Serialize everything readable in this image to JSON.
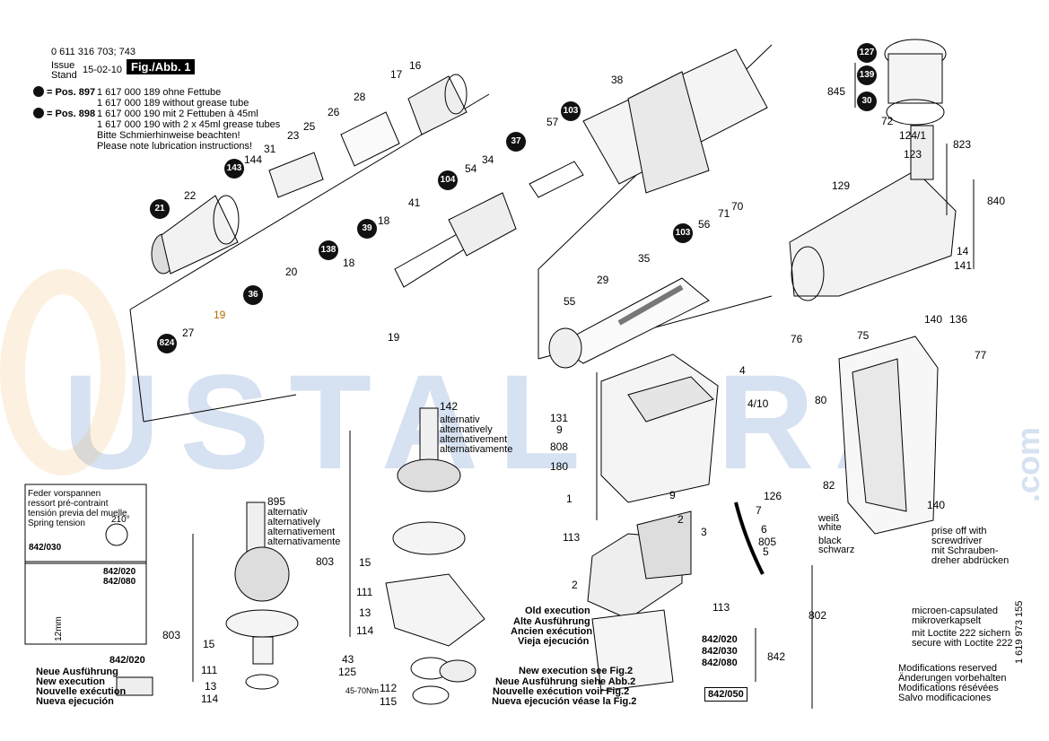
{
  "header": {
    "part_number": "0 611 316 703; 743",
    "issue_label": "Issue",
    "stand_label": "Stand",
    "issue_date": "15-02-10",
    "fig_label": "Fig./Abb. 1"
  },
  "lube": {
    "pos897": "= Pos. 897",
    "pos898": "= Pos. 898",
    "l1": "1 617 000 189 ohne Fettube",
    "l2": "1 617 000 189 without grease tube",
    "l3": "1 617 000 190 mit 2 Fettuben à 45ml",
    "l4": "1 617 000 190 with 2 x 45ml grease tubes",
    "l5": "Bitte Schmierhinweise beachten!",
    "l6": "Please note lubrication instructions!"
  },
  "watermark": {
    "text": "USTALARA",
    "suffix": ".com",
    "color": "#4678be"
  },
  "spring": {
    "l1": "Feder vorspannen",
    "l2": "ressort pré-contraint",
    "l3": "tensión previa del muelle",
    "l4": "Spring tension",
    "deg": "210°",
    "ref": "842/030"
  },
  "inset2": {
    "a": "842/020",
    "b": "842/080",
    "mm": "12mm"
  },
  "neue": {
    "ref": "842/020",
    "l1": "Neue Ausführung",
    "l2": "New execution",
    "l3": "Nouvelle exécution",
    "l4": "Nueva ejecución"
  },
  "alt142": {
    "l1": "alternativ",
    "l2": "alternatively",
    "l3": "alternativement",
    "l4": "alternativamente"
  },
  "alt895": {
    "l1": "alternativ",
    "l2": "alternatively",
    "l3": "alternativement",
    "l4": "alternativamente"
  },
  "torque": "45-70Nm",
  "old_exec": {
    "l1": "Old execution",
    "l2": "Alte Ausführung",
    "l3": "Ancien exécution",
    "l4": "Vieja ejecución"
  },
  "new_exec": {
    "l1": "New execution see Fig.2",
    "l2": "Neue Ausführung siehe Abb.2",
    "l3": "Nouvelle exécution voir Fig.2",
    "l4": "Nueva ejecución véase la Fig.2"
  },
  "exec_refs": {
    "a": "842/020",
    "b": "842/030",
    "c": "842/080",
    "d": "842/050"
  },
  "wires": {
    "white_de": "weiß",
    "white_en": "white",
    "black_en": "black",
    "black_es": "schwarz"
  },
  "prise": {
    "l1": "prise off with",
    "l2": "screwdriver",
    "l3": "mit Schrauben-",
    "l4": "dreher abdrücken"
  },
  "legend": {
    "star_o1": "microen-capsulated",
    "star_o2": "mikroverkapselt",
    "star1": "mit Loctite 222 sichern",
    "star2": "secure with Loctite 222"
  },
  "mods": {
    "l1": "Modifications reserved",
    "l2": "Änderungen vorbehalten",
    "l3": "Modifications résévées",
    "l4": "Salvo modificaciones"
  },
  "side_code": "1 619 973 155",
  "labels": {
    "n16": "16",
    "n17": "17",
    "n28": "28",
    "n26": "26",
    "n25": "25",
    "n23": "23",
    "n31": "31",
    "n144": "144",
    "n22": "22",
    "n38": "38",
    "n57": "57",
    "n54": "54",
    "n34": "34",
    "n41": "41",
    "n18a": "18",
    "n18b": "18",
    "n20": "20",
    "n19a": "19",
    "n19b": "19",
    "n27": "27",
    "n56": "56",
    "n71": "71",
    "n70": "70",
    "n35": "35",
    "n29": "29",
    "n55": "55",
    "n845": "845",
    "n72": "72",
    "n124": "124/1",
    "n823": "823",
    "n123": "123",
    "n129": "129",
    "n840": "840",
    "n14": "14",
    "n141": "141",
    "n140a": "140",
    "n140b": "140",
    "n136": "136",
    "n77": "77",
    "n75": "75",
    "n76": "76",
    "n142": "142",
    "n131": "131",
    "n9a": "9",
    "n808": "808",
    "n180": "180",
    "n1": "1",
    "n9b": "9",
    "n4": "4",
    "n410": "4/10",
    "n80": "80",
    "n126": "126",
    "n7": "7",
    "n82": "82",
    "n6": "6",
    "n805": "805",
    "n5": "5",
    "n3": "3",
    "n113a": "113",
    "n113b": "113",
    "n2a": "2",
    "n2b": "2",
    "n802": "802",
    "n842": "842",
    "n895": "895",
    "n803a": "803",
    "n15a": "15",
    "n111a": "111",
    "n13a": "13",
    "n114a": "114",
    "n803b": "803",
    "n15b": "15",
    "n111b": "111",
    "n13b": "13",
    "n114b": "114",
    "n43": "43",
    "n125": "125",
    "n112": "112",
    "n115": "115"
  },
  "badges": {
    "b21": "21",
    "b143": "143",
    "b36": "36",
    "b824": "824",
    "b138": "138",
    "b39": "39",
    "b104": "104",
    "b37": "37",
    "b103a": "103",
    "b103b": "103",
    "b127": "127",
    "b139": "139",
    "b30": "30",
    "b897": "●",
    "b898": "●"
  }
}
